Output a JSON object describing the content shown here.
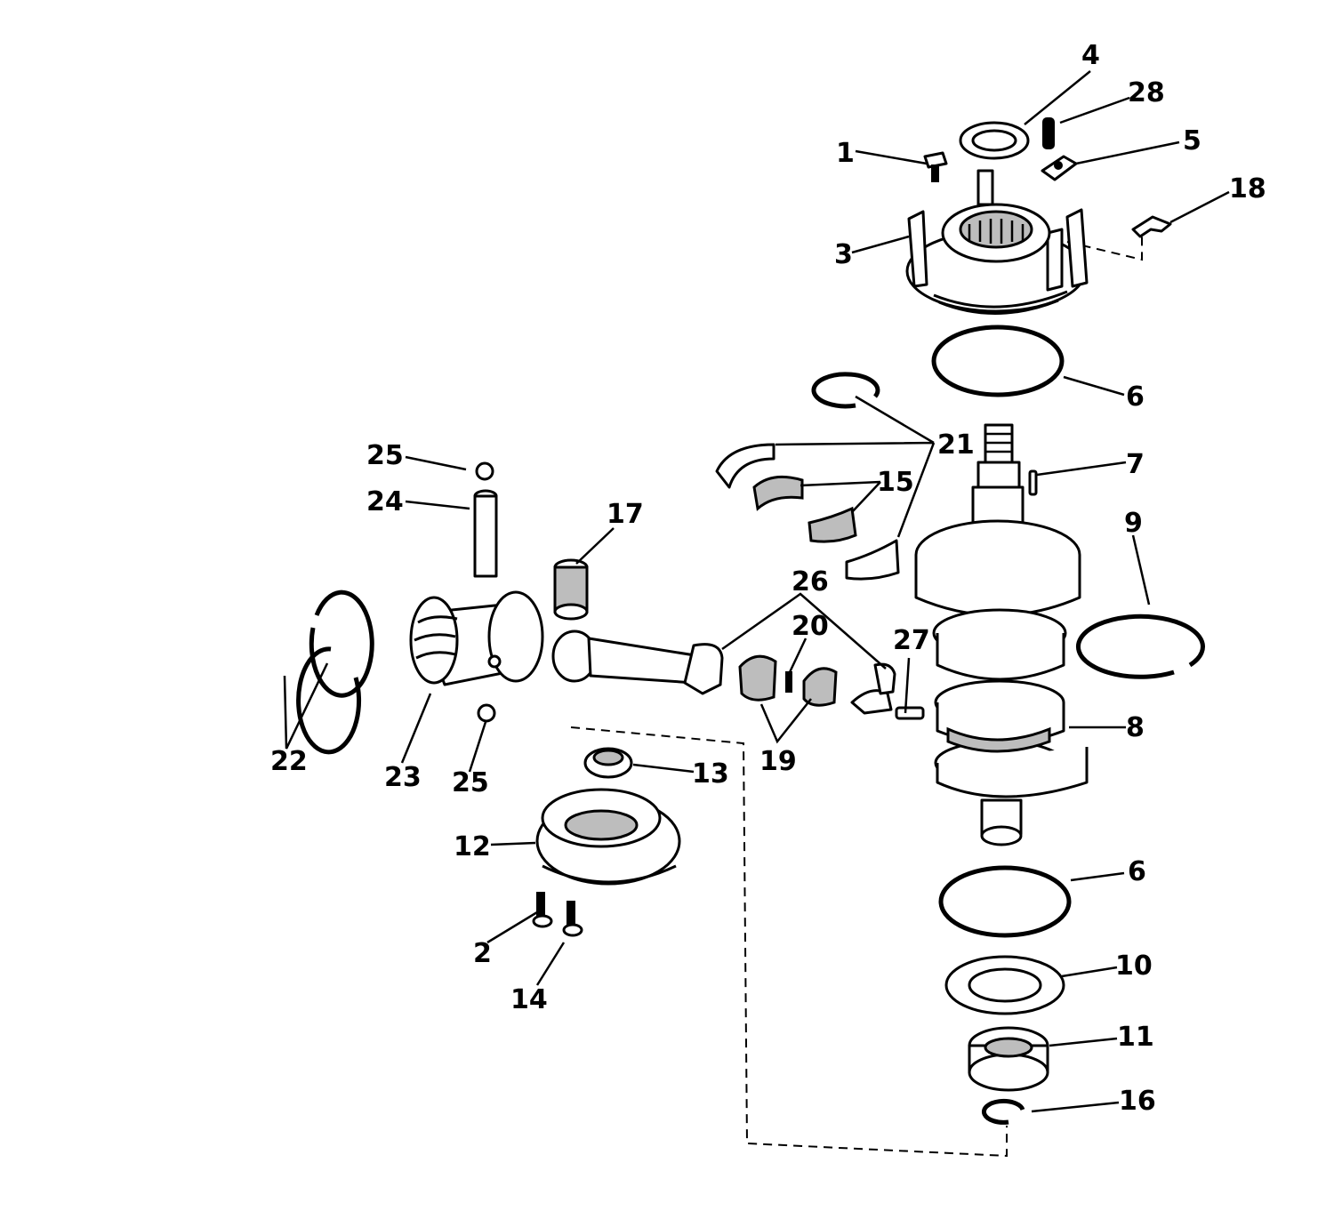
{
  "callouts": [
    {
      "id": "c1",
      "label": "1"
    },
    {
      "id": "c2",
      "label": "2"
    },
    {
      "id": "c3",
      "label": "3"
    },
    {
      "id": "c4",
      "label": "4"
    },
    {
      "id": "c5",
      "label": "5"
    },
    {
      "id": "c6a",
      "label": "6"
    },
    {
      "id": "c6b",
      "label": "6"
    },
    {
      "id": "c7",
      "label": "7"
    },
    {
      "id": "c8",
      "label": "8"
    },
    {
      "id": "c9",
      "label": "9"
    },
    {
      "id": "c10",
      "label": "10"
    },
    {
      "id": "c11",
      "label": "11"
    },
    {
      "id": "c12",
      "label": "12"
    },
    {
      "id": "c13",
      "label": "13"
    },
    {
      "id": "c14",
      "label": "14"
    },
    {
      "id": "c15",
      "label": "15"
    },
    {
      "id": "c16",
      "label": "16"
    },
    {
      "id": "c17",
      "label": "17"
    },
    {
      "id": "c18",
      "label": "18"
    },
    {
      "id": "c19",
      "label": "19"
    },
    {
      "id": "c20",
      "label": "20"
    },
    {
      "id": "c21",
      "label": "21"
    },
    {
      "id": "c22",
      "label": "22"
    },
    {
      "id": "c23",
      "label": "23"
    },
    {
      "id": "c24",
      "label": "24"
    },
    {
      "id": "c25a",
      "label": "25"
    },
    {
      "id": "c25b",
      "label": "25"
    },
    {
      "id": "c26",
      "label": "26"
    },
    {
      "id": "c27",
      "label": "27"
    },
    {
      "id": "c28",
      "label": "28"
    }
  ],
  "colors": {
    "line": "#000000",
    "background": "#ffffff",
    "shade": "#bdbdbd"
  }
}
